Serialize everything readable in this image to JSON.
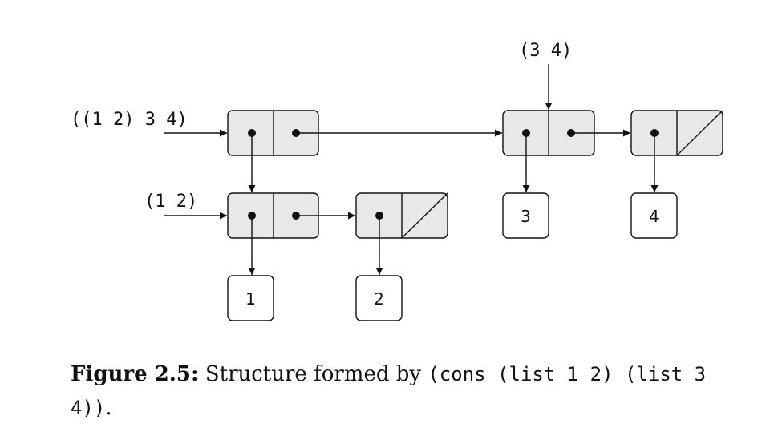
{
  "diagram": {
    "labels": {
      "outer_list": "((1 2) 3 4)",
      "inner_list": "(1 2)",
      "tail_list": "(3 4)"
    },
    "atoms": {
      "one": "1",
      "two": "2",
      "three": "3",
      "four": "4"
    }
  },
  "caption": {
    "figure_label": "Figure 2.5:",
    "text": "Structure formed by",
    "code": "(cons (list 1 2) (list 3 4))",
    "end": "."
  },
  "colors": {
    "cell_fill": "#e8e8e8",
    "stroke": "#111111"
  }
}
